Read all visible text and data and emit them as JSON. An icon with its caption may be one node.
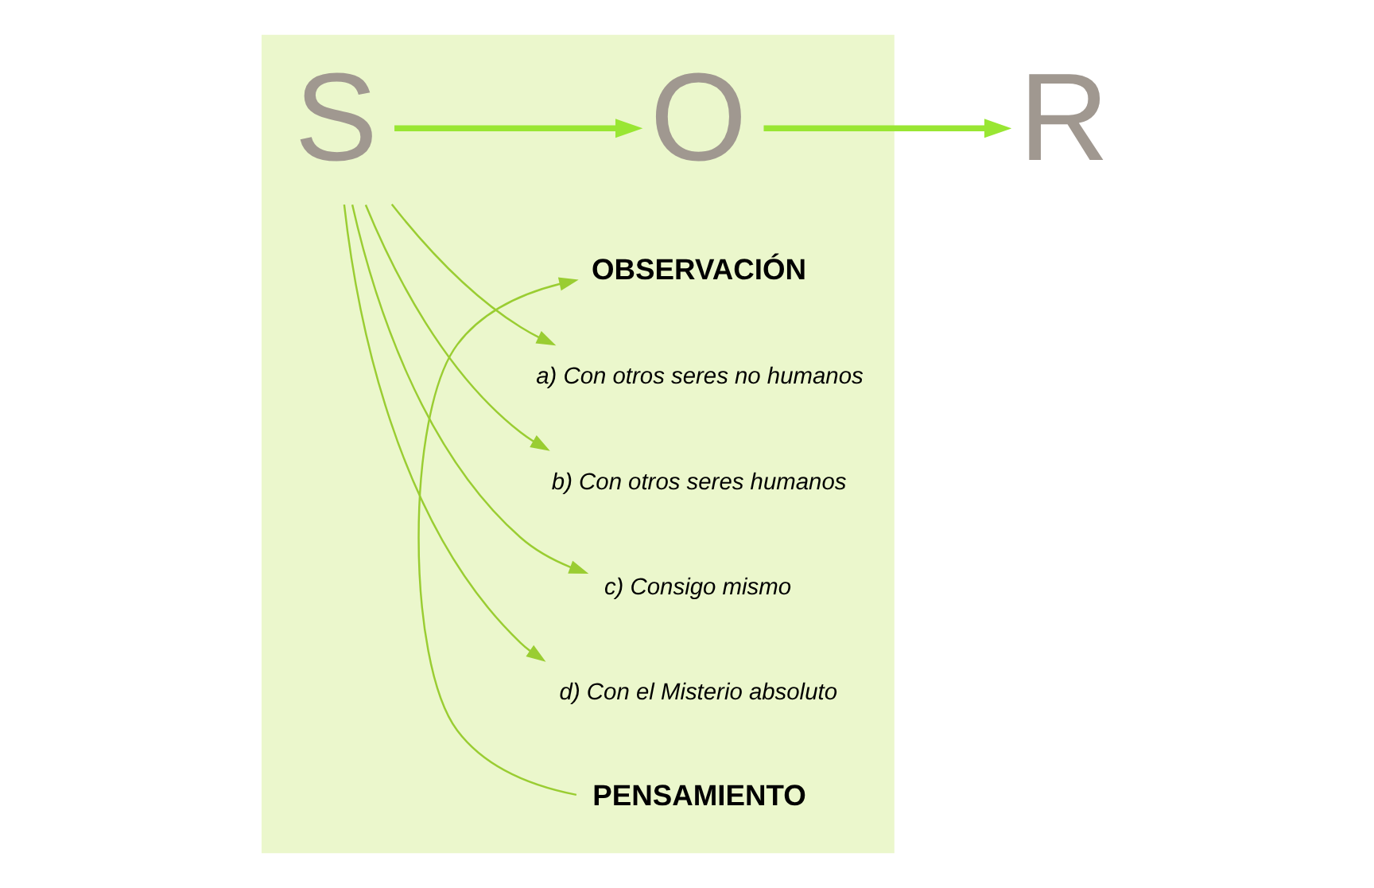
{
  "diagram": {
    "nodes": [
      {
        "text": [],
        "shape": "box"
      },
      {
        "text": [
          "S"
        ],
        "in": 0
      },
      {
        "text": [
          "O"
        ],
        "in": 0
      },
      {
        "text": [
          "R"
        ]
      },
      {
        "text": [
          "OBSERVACIÓN"
        ],
        "in": 0
      },
      {
        "text": [
          "PENSAMIENTO"
        ],
        "in": 0
      },
      {
        "text": [
          "a) Con otros seres no humanos"
        ],
        "in": 0
      },
      {
        "text": [
          "b) Con otros seres humanos"
        ],
        "in": 0
      },
      {
        "text": [
          "c) Consigo mismo"
        ],
        "in": 0
      },
      {
        "text": [
          "d) Con el Misterio absoluto"
        ],
        "in": 0
      }
    ],
    "edges": [
      {
        "from": 1,
        "to": 2,
        "arrow": "to",
        "style": "thick",
        "color": "#99e633"
      },
      {
        "from": 2,
        "to": 3,
        "arrow": "to",
        "style": "thick",
        "color": "#99e633"
      },
      {
        "from": 5,
        "to": 4,
        "arrow": "to"
      },
      {
        "from": 1,
        "to": 6,
        "arrow": "to"
      },
      {
        "from": 1,
        "to": 7,
        "arrow": "to"
      },
      {
        "from": 1,
        "to": 8,
        "arrow": "to"
      },
      {
        "from": 1,
        "to": 9,
        "arrow": "to"
      }
    ]
  }
}
